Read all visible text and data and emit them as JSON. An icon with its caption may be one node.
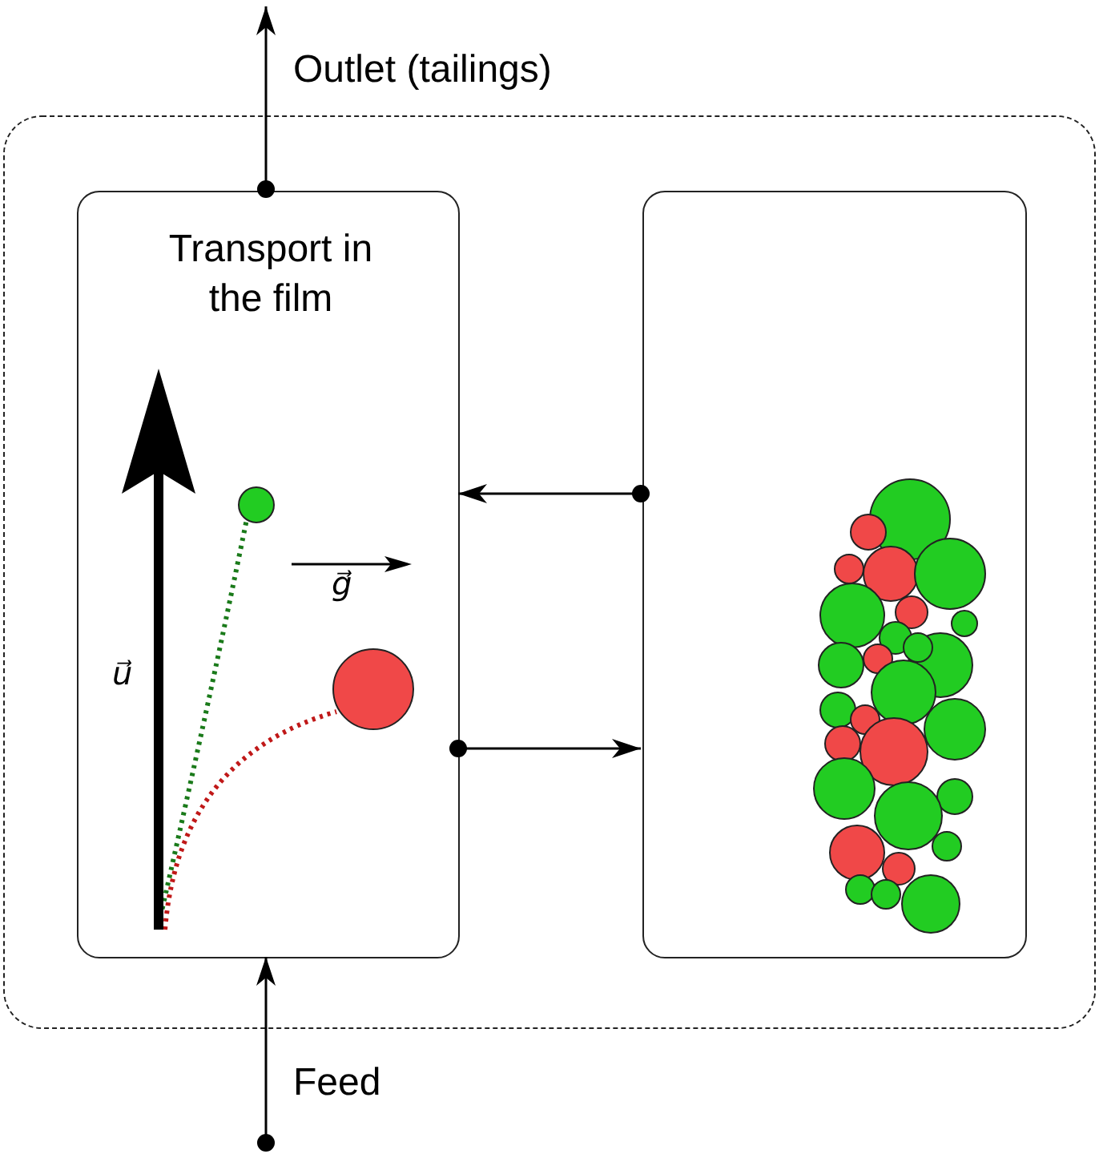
{
  "diagram": {
    "nodes": [
      {
        "text": [],
        "shape": "box"
      },
      {
        "text": [
          "Transport in the film"
        ],
        "in": 0
      },
      {
        "text": [],
        "shape": "box",
        "in": 0
      }
    ],
    "edges": [
      {
        "from": 1,
        "to": null,
        "arrow": "to",
        "label": "Outlet (tailings)"
      },
      {
        "from": 2,
        "to": 1,
        "arrow": "to"
      },
      {
        "from": 1,
        "to": 2,
        "arrow": "to"
      },
      {
        "from": null,
        "to": 1,
        "arrow": "to",
        "label": "Feed"
      }
    ],
    "labels": [
      "g⃗",
      "u⃗"
    ]
  }
}
